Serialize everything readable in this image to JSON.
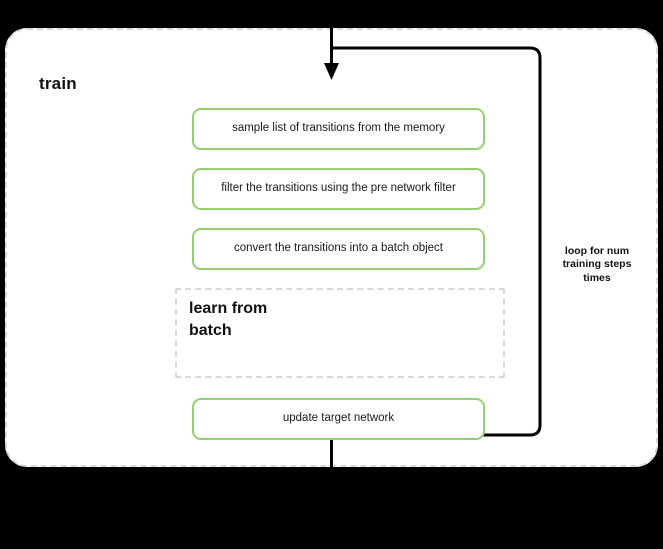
{
  "diagram": {
    "title": "train",
    "background_color": "#000000",
    "panel_color": "#ffffff",
    "panel_border_color": "#d8d8d8",
    "accent_color": "#93cf70",
    "connector_color": "#000000",
    "steps": [
      {
        "id": "sample",
        "label": "sample list of transitions from the memory"
      },
      {
        "id": "filter",
        "label": "filter the transitions using the pre network filter"
      },
      {
        "id": "convert",
        "label": "convert the transitions into a batch object"
      },
      {
        "id": "update",
        "label": "update target network"
      }
    ],
    "group": {
      "id": "learn-from-batch",
      "title": "learn from batch"
    },
    "loop": {
      "caption": "loop for num training steps times",
      "caption_lines": [
        "loop for num",
        "training steps",
        "times"
      ]
    }
  }
}
